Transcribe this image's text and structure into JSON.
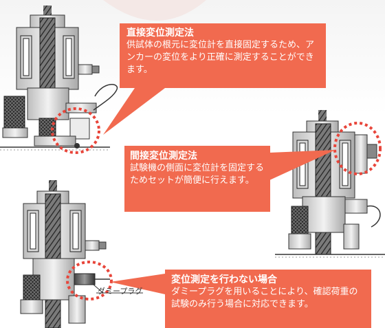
{
  "callouts": {
    "direct": {
      "title": "直接変位測定法",
      "body": "供試体の根元に変位計を直接固定するため、アンカーの変位をより正確に測定することができます。"
    },
    "indirect": {
      "title": "間接変位測定法",
      "body": "試験機の側面に変位計を固定するためセットが簡便に行えます。"
    },
    "none": {
      "title": "変位測定を行わない場合",
      "body": "ダミープラグを用いることにより、確認荷重の試験のみ行う場合に対応できます。"
    }
  },
  "labels": {
    "dummy_plug": "ダミープラグ"
  },
  "colors": {
    "accent": "#f16a4f",
    "dotted_circle": "#e8453a",
    "machine_dark": "#2b2b2b",
    "machine_light": "#e6e6e6"
  }
}
